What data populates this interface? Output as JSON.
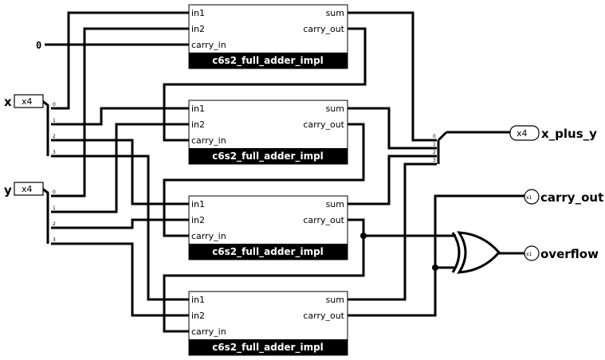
{
  "inputs": {
    "x": {
      "name": "x",
      "width": "x4"
    },
    "y": {
      "name": "y",
      "width": "x4"
    },
    "zero": "0"
  },
  "outputs": {
    "sum": {
      "name": "x_plus_y",
      "width": "x4"
    },
    "carry_out": {
      "name": "carry_out",
      "width": "x1"
    },
    "overflow": {
      "name": "overflow",
      "width": "x1"
    }
  },
  "bits": [
    "0",
    "1",
    "2",
    "3"
  ],
  "adders": [
    {
      "name": "c6s2_full_adder_impl",
      "in1": "in1",
      "in2": "in2",
      "carry_in": "carry_in",
      "sum": "sum",
      "carry_out": "carry_out"
    },
    {
      "name": "c6s2_full_adder_impl",
      "in1": "in1",
      "in2": "in2",
      "carry_in": "carry_in",
      "sum": "sum",
      "carry_out": "carry_out"
    },
    {
      "name": "c6s2_full_adder_impl",
      "in1": "in1",
      "in2": "in2",
      "carry_in": "carry_in",
      "sum": "sum",
      "carry_out": "carry_out"
    },
    {
      "name": "c6s2_full_adder_impl",
      "in1": "in1",
      "in2": "in2",
      "carry_in": "carry_in",
      "sum": "sum",
      "carry_out": "carry_out"
    }
  ],
  "gate": {
    "type": "xor-icon"
  }
}
